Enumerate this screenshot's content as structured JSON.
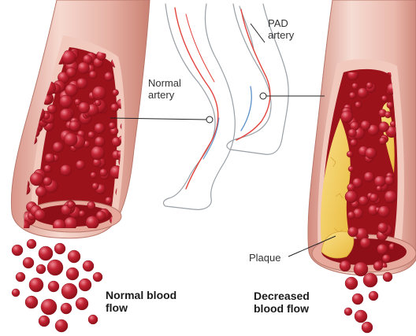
{
  "labels": {
    "pad_artery": [
      "PAD",
      "artery"
    ],
    "normal_artery": [
      "Normal",
      "artery"
    ],
    "plaque": "Plaque",
    "normal_flow": [
      "Normal blood",
      "flow"
    ],
    "decreased_flow": [
      "Decreased",
      "blood flow"
    ]
  },
  "colors": {
    "vessel_outer": "#e7b0a6",
    "vessel_inner": "#f3d0c6",
    "lumen": "#a2131c",
    "cell": "#b01c29",
    "cell_highlight": "#e57884",
    "plaque": "#f4cf5c",
    "leg_outline": "#9aa0a6",
    "artery_line": "#e2453f",
    "vein_line": "#5b8fc9"
  }
}
